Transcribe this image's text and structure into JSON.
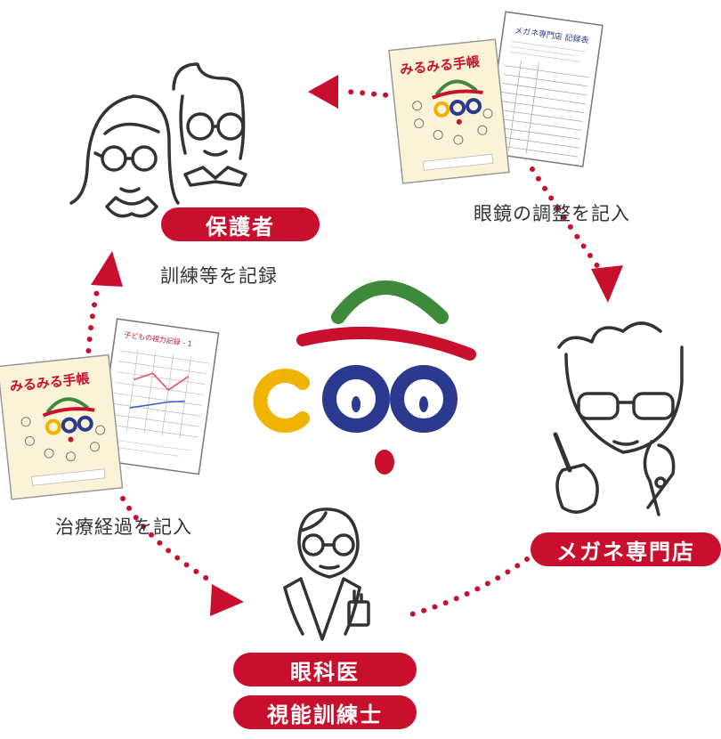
{
  "colors": {
    "accent": "#c8102e",
    "dots": "#c8102e",
    "logo_green": "#3c8a3a",
    "logo_red": "#c8102e",
    "logo_yellow": "#f0b400",
    "logo_navy": "#2b3a8f",
    "line": "#333333",
    "notebook_bg": "#fbf3d8"
  },
  "nodes": {
    "guardian": {
      "label": "保護者",
      "icon": "parents-icon"
    },
    "optician": {
      "label": "メガネ専門店",
      "icon": "optician-icon"
    },
    "doctor": {
      "labels": [
        "眼科医",
        "視能訓練士"
      ],
      "icon": "doctor-icon"
    }
  },
  "edges": {
    "top_right": "眼鏡の調整を記入",
    "left_top": "訓練等を記録",
    "left_bottom": "治療経過を記入"
  },
  "notebook": {
    "title": "みるみる手帳",
    "subtitle": "みるみる伸ばそう、みる力"
  },
  "sheets": {
    "optician_sheet_title": "メガネ専門店 記録表",
    "chart_sheet_title": "子どもの視力記録 - 1"
  },
  "logo": {
    "icon": "coo-logo-icon"
  }
}
